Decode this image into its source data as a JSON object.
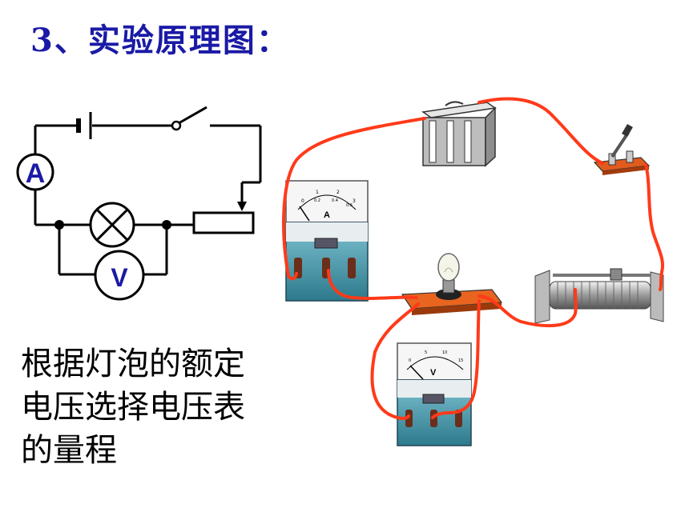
{
  "slide": {
    "title": "3、实验原理图：",
    "note_lines": [
      "根据灯泡的额定",
      "电压选择电压表",
      "的量程"
    ]
  },
  "schematic": {
    "ammeter_symbol": "A",
    "voltmeter_symbol": "V"
  },
  "apparatus": {
    "ammeter_dial_label": "A",
    "ammeter_scale": [
      "0",
      "1",
      "2",
      "3"
    ],
    "ammeter_scale_small": [
      "0.2",
      "0.4",
      "0.6"
    ],
    "voltmeter_dial_label": "V",
    "voltmeter_scale": [
      "0",
      "5",
      "10",
      "15"
    ]
  },
  "colors": {
    "title": "#1a1aa6",
    "wire": "#ff3a1a",
    "schematic_symbol": "#1a1aa6"
  }
}
